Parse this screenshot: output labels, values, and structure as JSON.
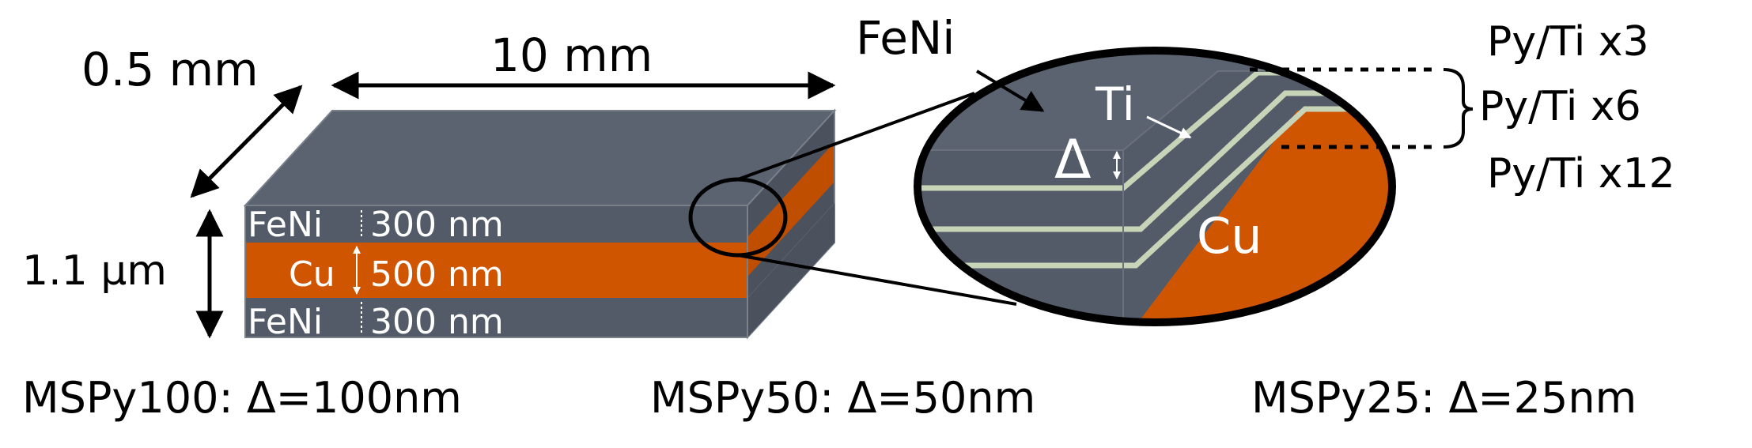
{
  "dimensions": {
    "depth": "0.5 mm",
    "width": "10 mm",
    "thickness": "1.1 μm"
  },
  "stack_layers": [
    {
      "material": "FeNi",
      "thickness": "300 nm"
    },
    {
      "material": "Cu",
      "thickness": "500 nm"
    },
    {
      "material": "FeNi",
      "thickness": "300 nm"
    }
  ],
  "zoom": {
    "feni_label": "FeNi",
    "ti_label": "Ti",
    "delta_symbol": "Δ",
    "cu_label": "Cu"
  },
  "multilayer_options": [
    "Py/Ti x3",
    "Py/Ti x6",
    "Py/Ti x12"
  ],
  "samples": [
    "MSPy100: Δ=100nm",
    "MSPy50: Δ=50nm",
    "MSPy25: Δ=25nm"
  ],
  "colors": {
    "feni": "#545b68",
    "feni_top": "#5b6270",
    "feni_side": "#4b525e",
    "cu": "#d05500",
    "cu_side": "#c04e00",
    "ti": "#c8d4b8",
    "line": "#000000",
    "label_light": "#ffffff"
  }
}
